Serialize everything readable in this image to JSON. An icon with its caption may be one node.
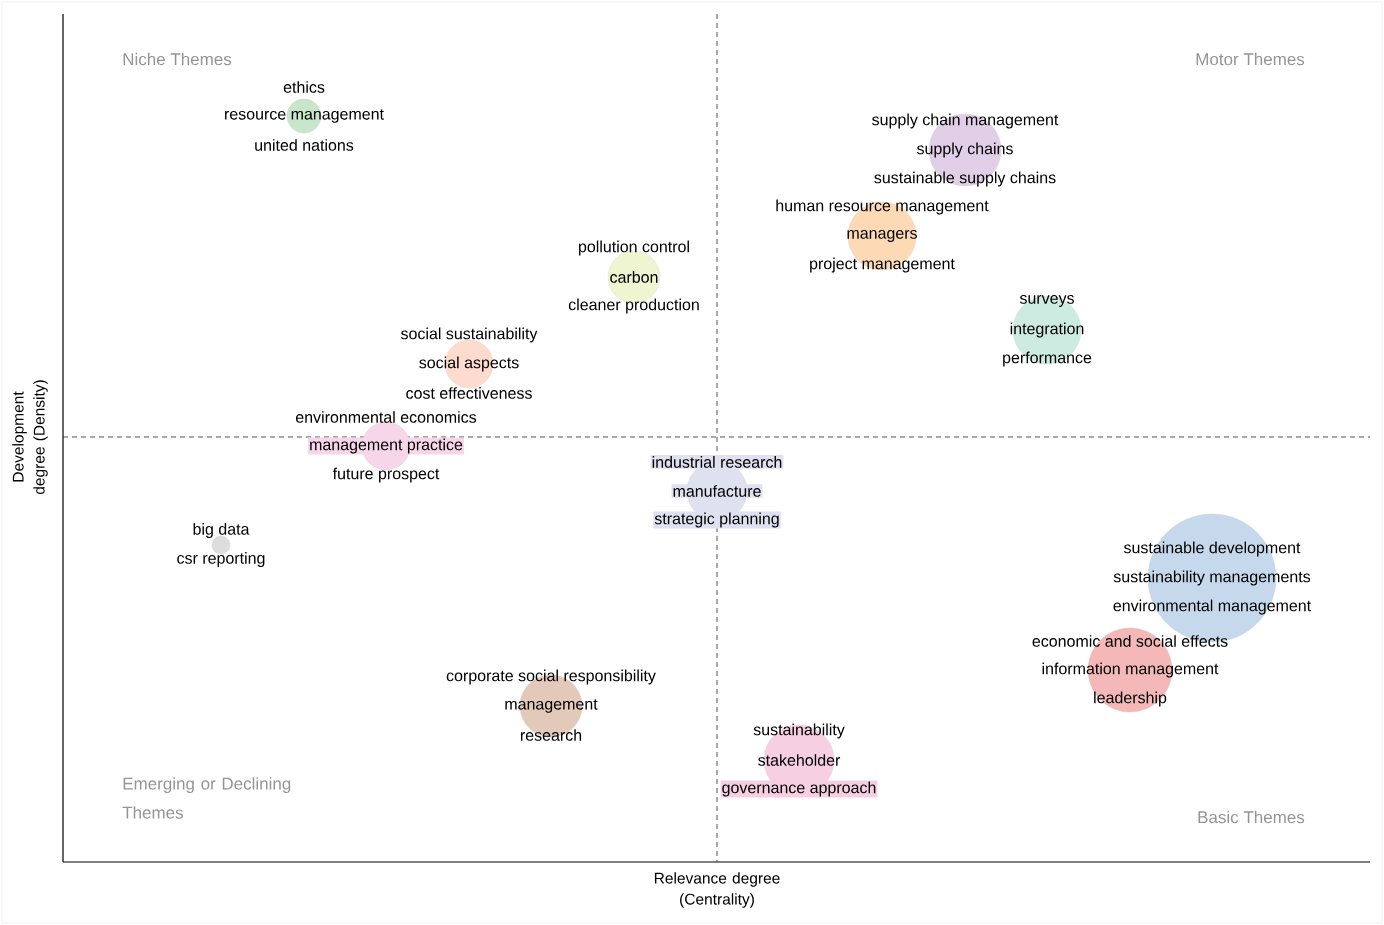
{
  "diagram": {
    "nodes": [
      {
        "text": [
          "ethics",
          "resource management",
          "united nations"
        ]
      },
      {
        "text": [
          "supply chain management",
          "supply chains",
          "sustainable supply chains"
        ]
      },
      {
        "text": [
          "human resource management",
          "managers",
          "project management"
        ]
      },
      {
        "text": [
          "pollution control",
          "carbon",
          "cleaner production"
        ]
      },
      {
        "text": [
          "surveys",
          "integration",
          "performance"
        ]
      },
      {
        "text": [
          "social sustainability",
          "social aspects",
          "cost effectiveness"
        ]
      },
      {
        "text": [
          "environmental economics",
          "management practice",
          "future prospect"
        ]
      },
      {
        "text": [
          "industrial research",
          "manufacture",
          "strategic planning"
        ]
      },
      {
        "text": [
          "big data",
          "csr reporting"
        ]
      },
      {
        "text": [
          "sustainable development",
          "sustainability managements",
          "environmental management"
        ]
      },
      {
        "text": [
          "economic and social effects",
          "information management",
          "leadership"
        ]
      },
      {
        "text": [
          "corporate social responsibility",
          "management",
          "research"
        ]
      },
      {
        "text": [
          "sustainability",
          "stakeholder",
          "governance approach"
        ]
      }
    ],
    "labels": [
      "Niche Themes",
      "Motor Themes",
      "Emerging or Declining Themes",
      "Basic Themes",
      "Development degree (Density)",
      "Relevance degree (Centrality)"
    ]
  }
}
